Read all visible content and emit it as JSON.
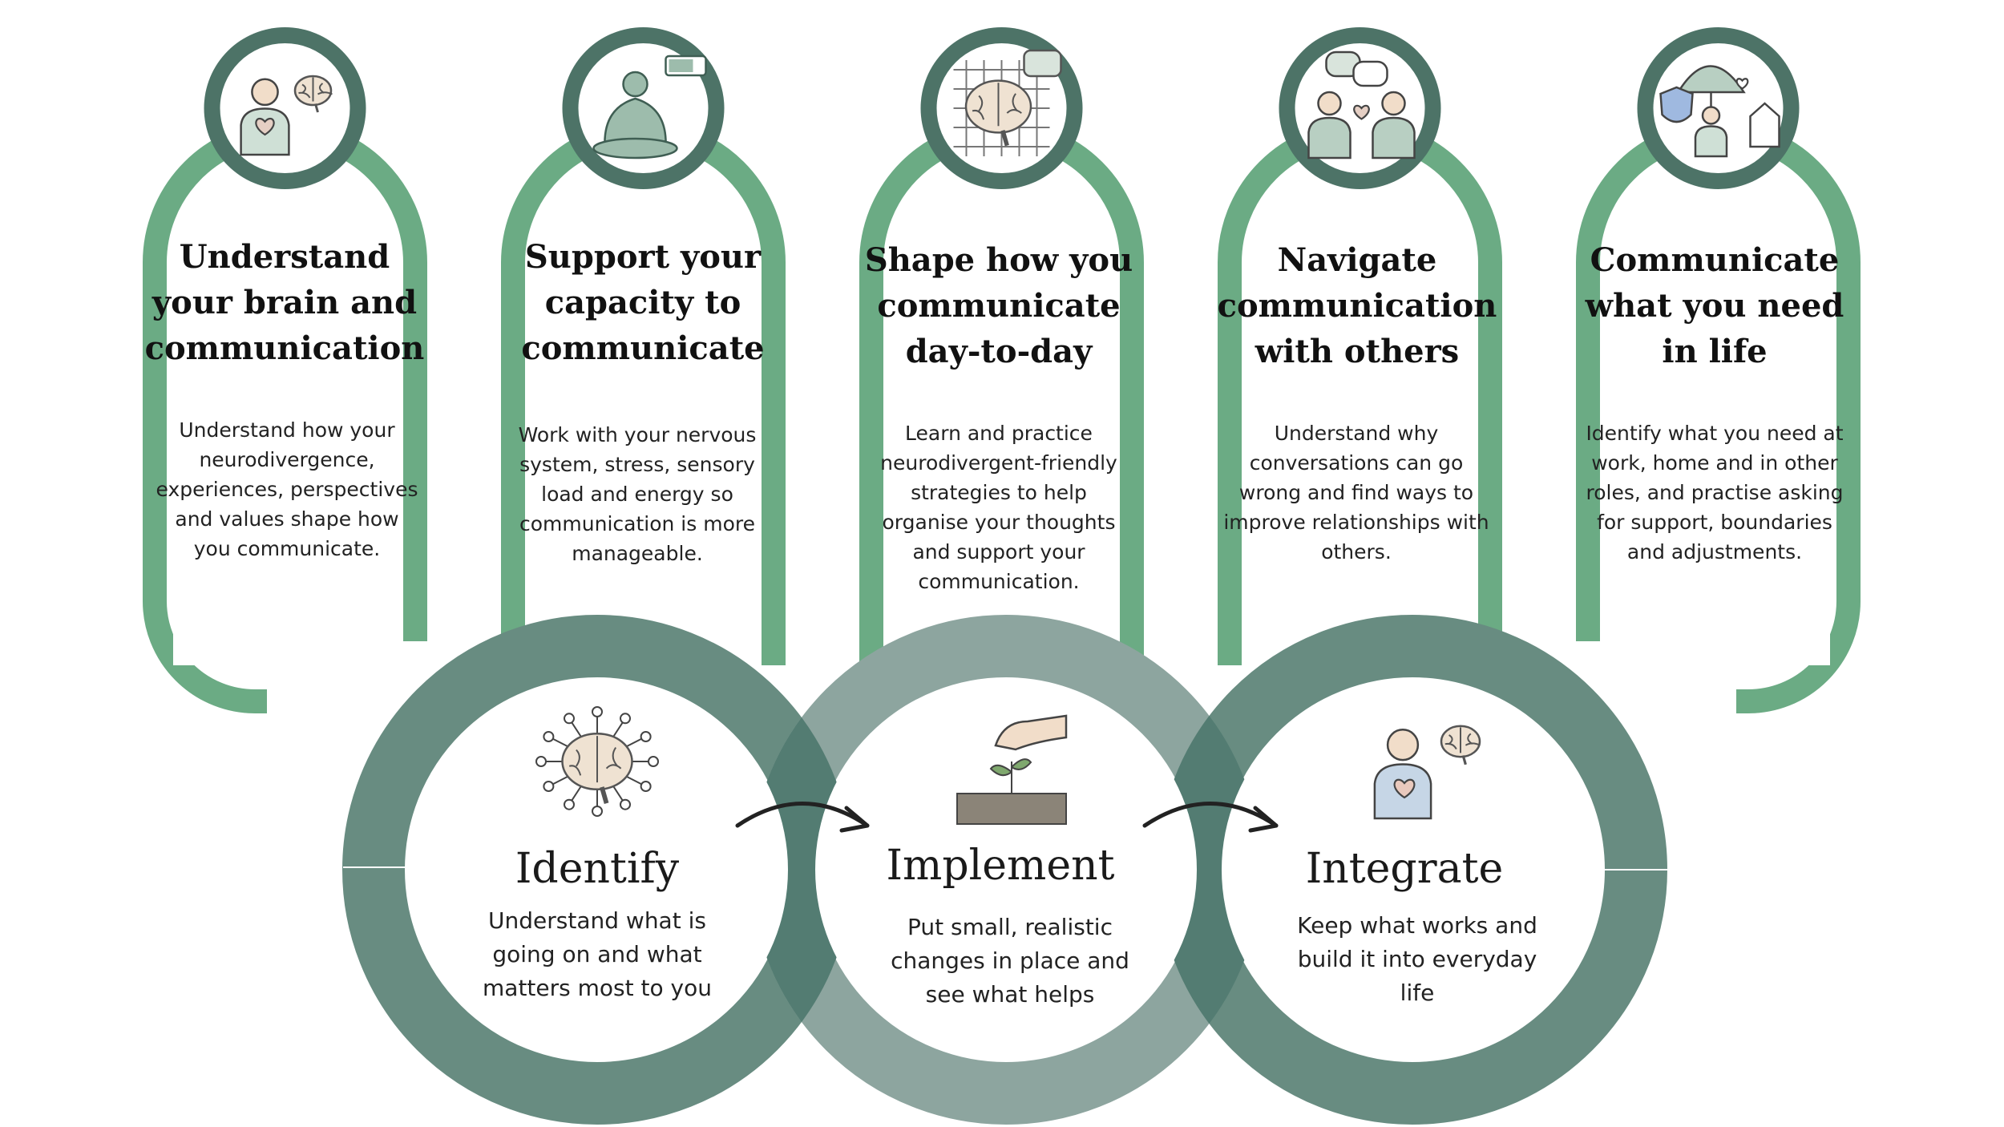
{
  "colors": {
    "card_frame": "#6bab84",
    "ring_dark": "#688c81",
    "ring_light": "#8da59f",
    "ring_overlap": "#537c72",
    "icon_ring": "#4d7367",
    "text": "#111111"
  },
  "cards": [
    {
      "title_lines": [
        "Understand",
        "your brain and",
        "communication"
      ],
      "desc_lines": [
        "Understand how your",
        "neurodivergence,",
        "experiences, perspectives",
        "and values shape how",
        "you communicate."
      ],
      "icon": "person-brain-heart-icon"
    },
    {
      "title_lines": [
        "Support your",
        "capacity to",
        "communicate"
      ],
      "desc_lines": [
        "Work with your nervous",
        "system, stress, sensory",
        "load and energy so",
        "communication is more",
        "manageable."
      ],
      "icon": "meditation-battery-icon"
    },
    {
      "title_lines": [
        "Shape how you",
        "communicate",
        "day-to-day"
      ],
      "desc_lines": [
        "Learn and practice",
        "neurodivergent-friendly",
        "strategies to help",
        "organise your thoughts",
        "and support your",
        "communication."
      ],
      "icon": "brain-scaffold-icon"
    },
    {
      "title_lines": [
        "Navigate",
        "communication",
        "with others"
      ],
      "desc_lines": [
        "Understand why",
        "conversations can go",
        "wrong and find ways to",
        "improve relationships with",
        "others."
      ],
      "icon": "two-people-chat-icon"
    },
    {
      "title_lines": [
        "Communicate",
        "what you need",
        "in life"
      ],
      "desc_lines": [
        "Identify what you need at",
        "work, home and in other",
        "roles, and practise asking",
        "for support, boundaries",
        "and adjustments."
      ],
      "icon": "umbrella-support-icon"
    }
  ],
  "stages": [
    {
      "title": "Identify",
      "desc_lines": [
        "Understand what is",
        "going on and what",
        "matters most to you"
      ],
      "icon": "network-brain-icon"
    },
    {
      "title": "Implement",
      "desc_lines": [
        "Put small, realistic",
        "changes in place and",
        "see what helps"
      ],
      "icon": "hand-planting-seed-icon"
    },
    {
      "title": "Integrate",
      "desc_lines": [
        "Keep what works and",
        "build it into everyday",
        "life"
      ],
      "icon": "person-brain-heart-icon"
    }
  ]
}
